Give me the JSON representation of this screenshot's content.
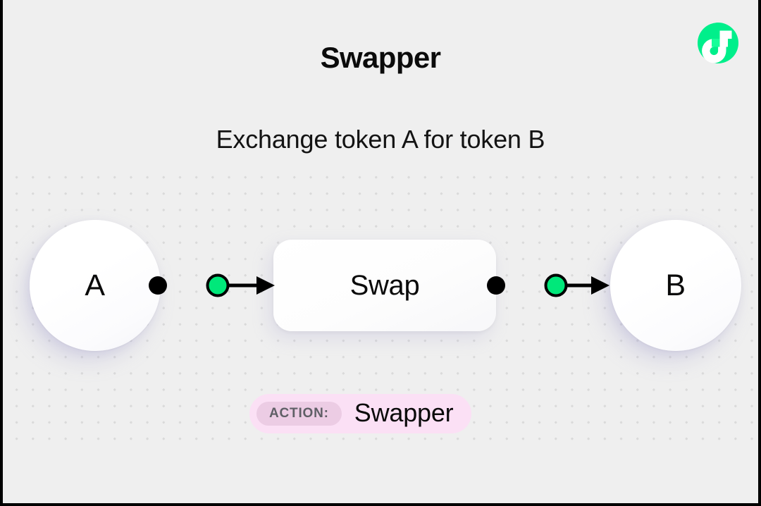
{
  "window": {
    "background_color": "#efefef",
    "border_color": "#000000"
  },
  "header": {
    "title": "Swapper",
    "subtitle": "Exchange token A for token B"
  },
  "brand": {
    "logo_name": "flow-logo",
    "logo_alt": "Flow",
    "circle_color": "#00ef8b",
    "mark_color": "#ffffff"
  },
  "diagram": {
    "type": "flow",
    "nodes": [
      {
        "id": "token-a",
        "label": "A",
        "shape": "circle"
      },
      {
        "id": "swap",
        "label": "Swap",
        "shape": "rounded-rect"
      },
      {
        "id": "token-b",
        "label": "B",
        "shape": "circle"
      }
    ],
    "edges": [
      {
        "from": "token-a",
        "to": "swap",
        "handle_color": "#00e87a",
        "line_color": "#000000"
      },
      {
        "from": "swap",
        "to": "token-b",
        "handle_color": "#00e87a",
        "line_color": "#000000"
      }
    ],
    "accent_color": "#00e87a",
    "dot_color": "#dadada"
  },
  "action_badge": {
    "chip_label": "ACTION:",
    "value": "Swapper",
    "badge_color": "#fbe0f5",
    "chip_color": "#eccce4",
    "chip_text_color": "#5f5f66"
  }
}
